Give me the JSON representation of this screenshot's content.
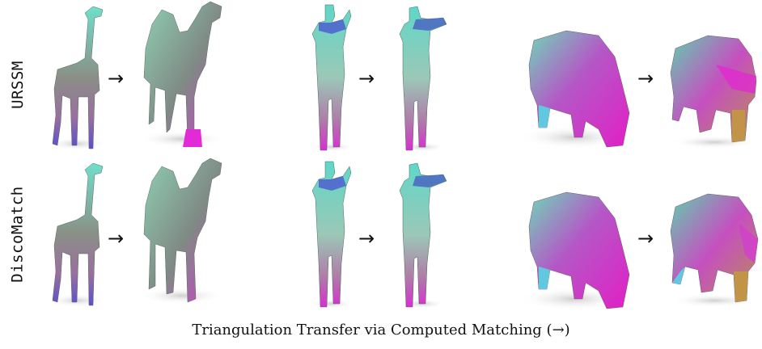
{
  "rows": [
    {
      "label": "URSSM"
    },
    {
      "label": "DiscoMatch"
    }
  ],
  "arrow_glyph": "→",
  "caption": "Triangulation Transfer via Computed Matching (→)",
  "colors": {
    "teal": "#6fe0c9",
    "blue": "#4a4fd0",
    "magenta": "#e22ad6",
    "grey": "#8a8f86",
    "brown": "#7d5c3c",
    "shadow": "#d8d8d8"
  }
}
